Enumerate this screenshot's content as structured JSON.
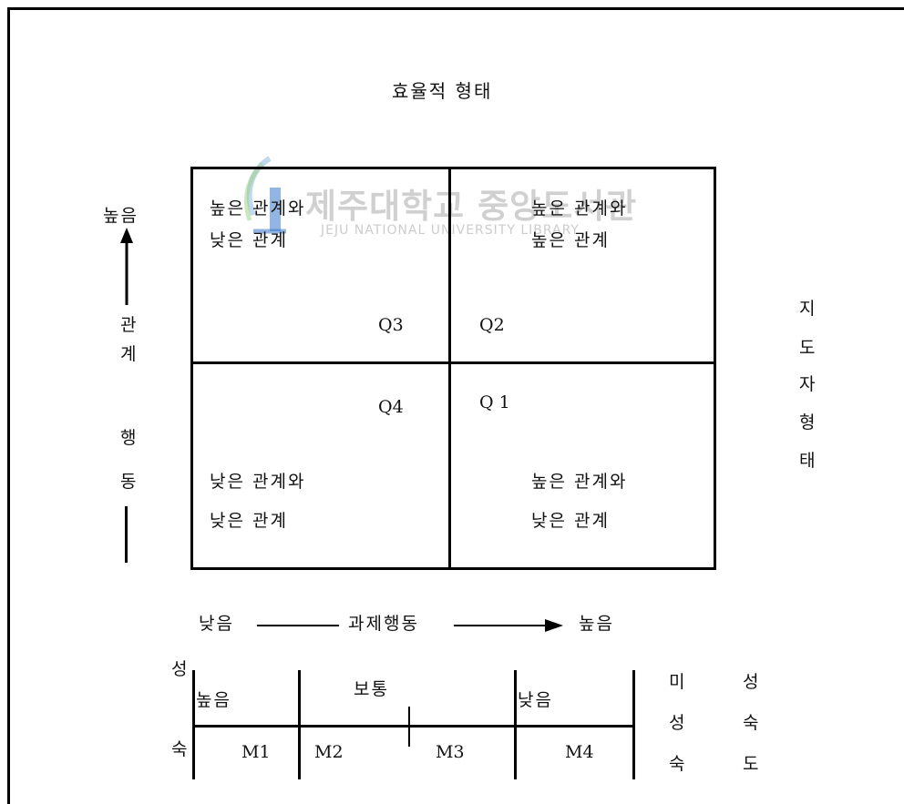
{
  "title": "효율적 형태",
  "quadrants": {
    "q3": {
      "label": "Q3",
      "line1": "높은 관계와",
      "line2": "낮은 관계"
    },
    "q2": {
      "label": "Q2",
      "line1": "높은 관계와",
      "line2": "높은 관계"
    },
    "q4": {
      "label": "Q4",
      "line1": "낮은 관계와",
      "line2": "낮은 관계"
    },
    "q1": {
      "label": "Q 1",
      "line1": "높은 관계와",
      "line2": "낮은 관계"
    }
  },
  "y_axis": {
    "high": "높음",
    "chars": [
      "관",
      "계",
      "행",
      "동"
    ]
  },
  "right_label_chars": [
    "지",
    "도",
    "자",
    "형",
    "태"
  ],
  "x_axis": {
    "low": "낮음",
    "label": "과제행동",
    "high": "높음"
  },
  "maturity": {
    "left_chars": [
      "성",
      "숙"
    ],
    "levels": [
      "높음",
      "보통",
      "낮음"
    ],
    "stages": [
      "M1",
      "M2",
      "M3",
      "M4"
    ],
    "right_col1": [
      "미",
      "성",
      "숙"
    ],
    "right_col2": [
      "성",
      "숙",
      "도"
    ]
  },
  "watermark": {
    "main": "제주대학교 중앙도서관",
    "sub": "JEJU NATIONAL UNIVERSITY LIBRARY"
  }
}
